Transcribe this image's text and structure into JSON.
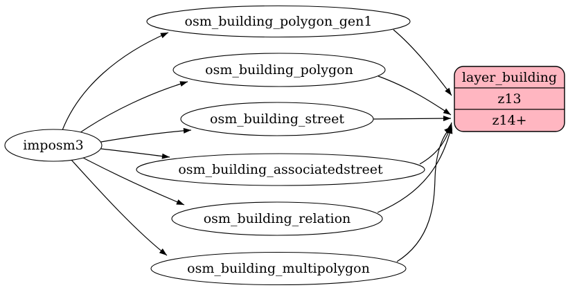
{
  "diagram": {
    "type": "graphviz-dependency-graph",
    "colors": {
      "background": "#ffffff",
      "stroke": "#000000",
      "table_node_fill": "#ffffff",
      "layer_node_fill": "#ffb6c1"
    },
    "source_node": {
      "label": "imposm3"
    },
    "table_nodes": [
      {
        "label": "osm_building_polygon_gen1"
      },
      {
        "label": "osm_building_polygon"
      },
      {
        "label": "osm_building_street"
      },
      {
        "label": "osm_building_associatedstreet"
      },
      {
        "label": "osm_building_relation"
      },
      {
        "label": "osm_building_multipolygon"
      }
    ],
    "layer_node": {
      "title": "layer_building",
      "rows": [
        {
          "label": "z13"
        },
        {
          "label": "z14+"
        }
      ]
    },
    "edges": [
      {
        "from": "imposm3",
        "to": "osm_building_polygon_gen1"
      },
      {
        "from": "imposm3",
        "to": "osm_building_polygon"
      },
      {
        "from": "imposm3",
        "to": "osm_building_street"
      },
      {
        "from": "imposm3",
        "to": "osm_building_associatedstreet"
      },
      {
        "from": "imposm3",
        "to": "osm_building_relation"
      },
      {
        "from": "imposm3",
        "to": "osm_building_multipolygon"
      },
      {
        "from": "osm_building_polygon_gen1",
        "to": "layer_building:z13"
      },
      {
        "from": "osm_building_polygon",
        "to": "layer_building:z14+"
      },
      {
        "from": "osm_building_street",
        "to": "layer_building:z14+"
      },
      {
        "from": "osm_building_associatedstreet",
        "to": "layer_building:z14+"
      },
      {
        "from": "osm_building_relation",
        "to": "layer_building:z14+"
      },
      {
        "from": "osm_building_multipolygon",
        "to": "layer_building:z14+"
      }
    ]
  }
}
